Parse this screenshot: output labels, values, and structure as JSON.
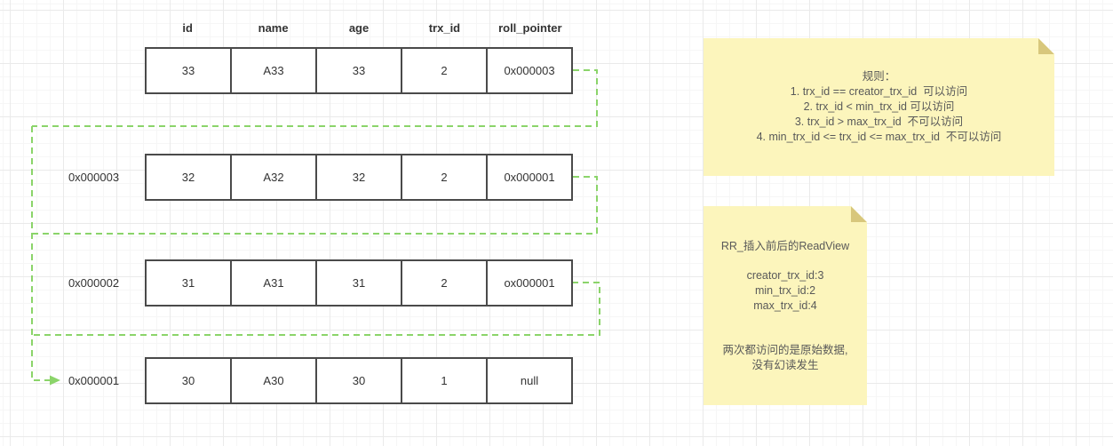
{
  "table": {
    "headers": [
      "id",
      "name",
      "age",
      "trx_id",
      "roll_pointer"
    ],
    "rows": [
      {
        "address_label": "",
        "cells": [
          "33",
          "A33",
          "33",
          "2",
          "0x000003"
        ]
      },
      {
        "address_label": "0x000003",
        "cells": [
          "32",
          "A32",
          "32",
          "2",
          "0x000001"
        ]
      },
      {
        "address_label": "0x000002",
        "cells": [
          "31",
          "A31",
          "31",
          "2",
          "ox000001"
        ]
      },
      {
        "address_label": "0x000001",
        "cells": [
          "30",
          "A30",
          "30",
          "1",
          "null"
        ]
      }
    ]
  },
  "notes": {
    "rules": {
      "lines": [
        "规则：",
        "1. trx_id == creator_trx_id  可以访问",
        "2. trx_id < min_trx_id 可以访问",
        "3. trx_id > max_trx_id  不可以访问",
        "4. min_trx_id <= trx_id <= max_trx_id  不可以访问"
      ]
    },
    "readview": {
      "title": "RR_插入前后的ReadView",
      "fields": [
        "creator_trx_id:3",
        "min_trx_id:2",
        "max_trx_id:4"
      ],
      "conclusion": [
        "两次都访问的是原始数据,",
        "没有幻读发生"
      ]
    }
  },
  "colors": {
    "connector_green": "#8bd46a",
    "note_fill": "#fcf5bc",
    "note_fold": "#d8c77c",
    "table_border": "#4a4a4a",
    "table_text": "#333333",
    "note_text": "#595959",
    "grid_minor": "#f6f6f6",
    "grid_major": "#eaeaea"
  }
}
